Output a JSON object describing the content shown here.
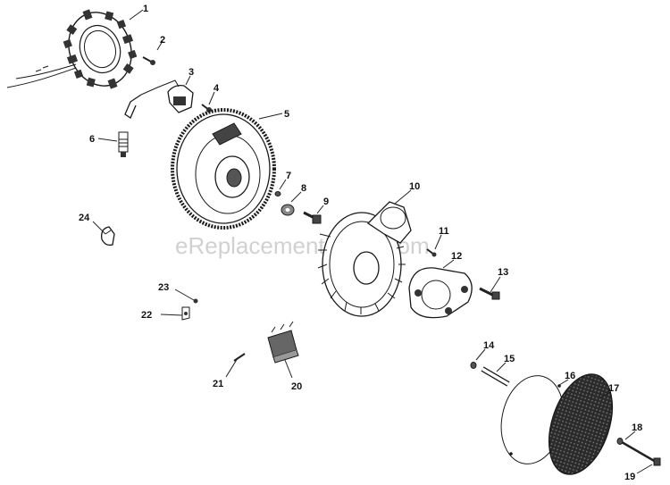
{
  "watermark": "eReplacementParts.com",
  "callouts": [
    {
      "id": "c1",
      "text": "1"
    },
    {
      "id": "c2",
      "text": "2"
    },
    {
      "id": "c3",
      "text": "3"
    },
    {
      "id": "c4",
      "text": "4"
    },
    {
      "id": "c5",
      "text": "5"
    },
    {
      "id": "c6",
      "text": "6"
    },
    {
      "id": "c7",
      "text": "7"
    },
    {
      "id": "c8",
      "text": "8"
    },
    {
      "id": "c9",
      "text": "9"
    },
    {
      "id": "c10",
      "text": "10"
    },
    {
      "id": "c11",
      "text": "11"
    },
    {
      "id": "c12",
      "text": "12"
    },
    {
      "id": "c13",
      "text": "13"
    },
    {
      "id": "c14",
      "text": "14"
    },
    {
      "id": "c15",
      "text": "15"
    },
    {
      "id": "c16",
      "text": "16"
    },
    {
      "id": "c17",
      "text": "17"
    },
    {
      "id": "c18",
      "text": "18"
    },
    {
      "id": "c19",
      "text": "19"
    },
    {
      "id": "c20",
      "text": "20"
    },
    {
      "id": "c21",
      "text": "21"
    },
    {
      "id": "c22",
      "text": "22"
    },
    {
      "id": "c23",
      "text": "23"
    },
    {
      "id": "c24",
      "text": "24"
    }
  ]
}
